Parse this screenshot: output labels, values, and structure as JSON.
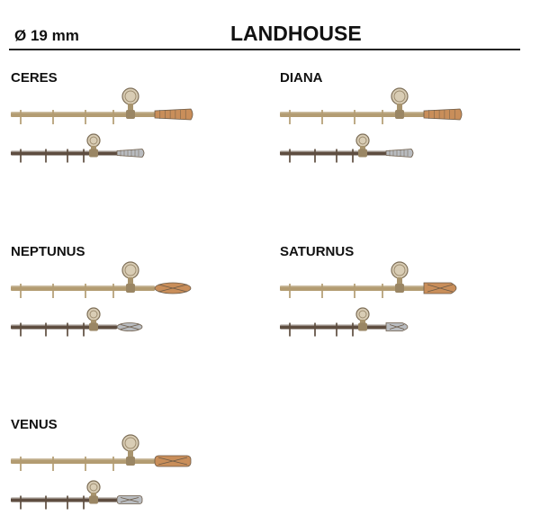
{
  "header": {
    "diameter": "Ø 19 mm",
    "title": "LANDHOUSE"
  },
  "products": [
    {
      "id": "ceres",
      "name": "CERES",
      "finial": "ribbed-cone"
    },
    {
      "id": "diana",
      "name": "DIANA",
      "finial": "ribbed-cone"
    },
    {
      "id": "neptunus",
      "name": "NEPTUNUS",
      "finial": "lattice-olive"
    },
    {
      "id": "saturnus",
      "name": "SATURNUS",
      "finial": "lattice-bullet"
    },
    {
      "id": "venus",
      "name": "VENUS",
      "finial": "lattice-barrel"
    }
  ],
  "colors": {
    "brass_rod": "#b39c72",
    "dark_rod": "#5e4d40",
    "copper_finial": "#c98e5a",
    "silver_finial": "#b9bcc0"
  }
}
